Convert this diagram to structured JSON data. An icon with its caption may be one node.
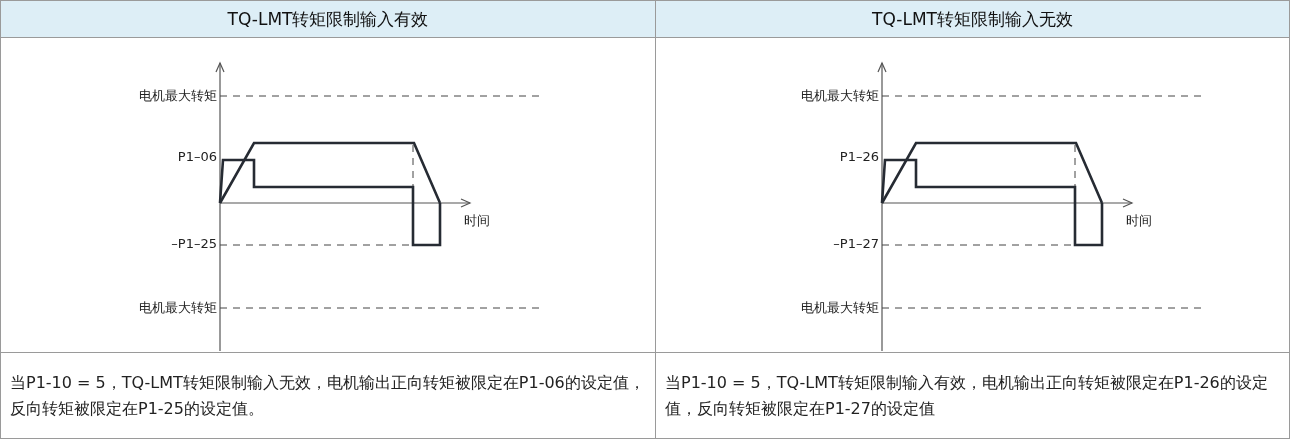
{
  "diagram": {
    "labels": [
      "TQ-LMT转矩限制输入有效",
      "TQ-LMT转矩限制输入无效",
      "电机最大转矩",
      "P1–06",
      "时间",
      "–P1–25",
      "电机最大转矩",
      "电机最大转矩",
      "P1–26",
      "时间",
      "–P1–27",
      "电机最大转矩",
      "当P1-10 = 5，TQ-LMT转矩限制输入无效，电机输出正向转矩被限定在P1-06的设定值，反向转矩被限定在P1-25的设定值。",
      "当P1-10 = 5，TQ-LMT转矩限制输入有效，电机输出正向转矩被限定在P1-26的设定值，反向转矩被限定在P1-27的设定值"
    ]
  }
}
